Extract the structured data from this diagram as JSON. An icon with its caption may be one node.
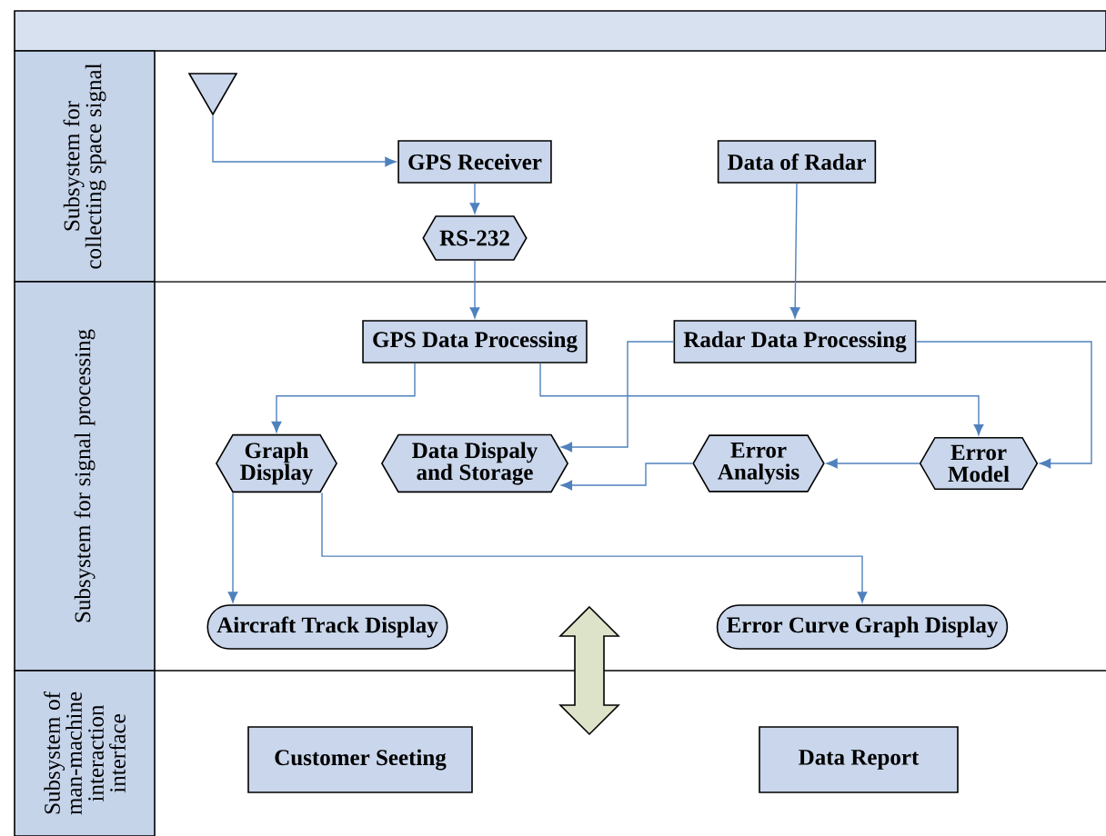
{
  "diagram": {
    "nodes": [
      {
        "text": [
          "Subsystem for collecting space signal"
        ]
      },
      {
        "text": [
          "Subsystem for signal processing"
        ]
      },
      {
        "text": [
          "Subsystem of man-machine interaction interface"
        ]
      },
      {
        "text": [],
        "shape": "triangle"
      },
      {
        "text": [
          "GPS Receiver"
        ]
      },
      {
        "text": [
          "Data of Radar"
        ]
      },
      {
        "text": [
          "RS-232"
        ]
      },
      {
        "text": [
          "GPS Data Processing"
        ]
      },
      {
        "text": [
          "Radar Data Processing"
        ]
      },
      {
        "text": [
          "Graph Display"
        ]
      },
      {
        "text": [
          "Data Dispaly and Storage"
        ]
      },
      {
        "text": [
          "Error Analysis"
        ]
      },
      {
        "text": [
          "Error Model"
        ]
      },
      {
        "text": [
          "Aircraft Track Display"
        ]
      },
      {
        "text": [
          "Error Curve Graph Display"
        ]
      },
      {
        "text": [
          "Customer Seeting"
        ]
      },
      {
        "text": [
          "Data Report"
        ]
      }
    ],
    "edges": [
      {
        "from": 3,
        "to": 4,
        "arrow": "to"
      },
      {
        "from": 4,
        "to": 6,
        "arrow": "to"
      },
      {
        "from": 6,
        "to": 7,
        "arrow": "to"
      },
      {
        "from": 5,
        "to": 8,
        "arrow": "to"
      },
      {
        "from": 7,
        "to": 9,
        "arrow": "to"
      },
      {
        "from": 7,
        "to": 12,
        "arrow": "to"
      },
      {
        "from": 8,
        "to": 10,
        "arrow": "to"
      },
      {
        "from": 8,
        "to": 12,
        "arrow": "to"
      },
      {
        "from": 12,
        "to": 11,
        "arrow": "to"
      },
      {
        "from": 11,
        "to": 10,
        "arrow": "to"
      },
      {
        "from": 9,
        "to": 13,
        "arrow": "to"
      },
      {
        "from": 9,
        "to": 14,
        "arrow": "to"
      }
    ]
  }
}
